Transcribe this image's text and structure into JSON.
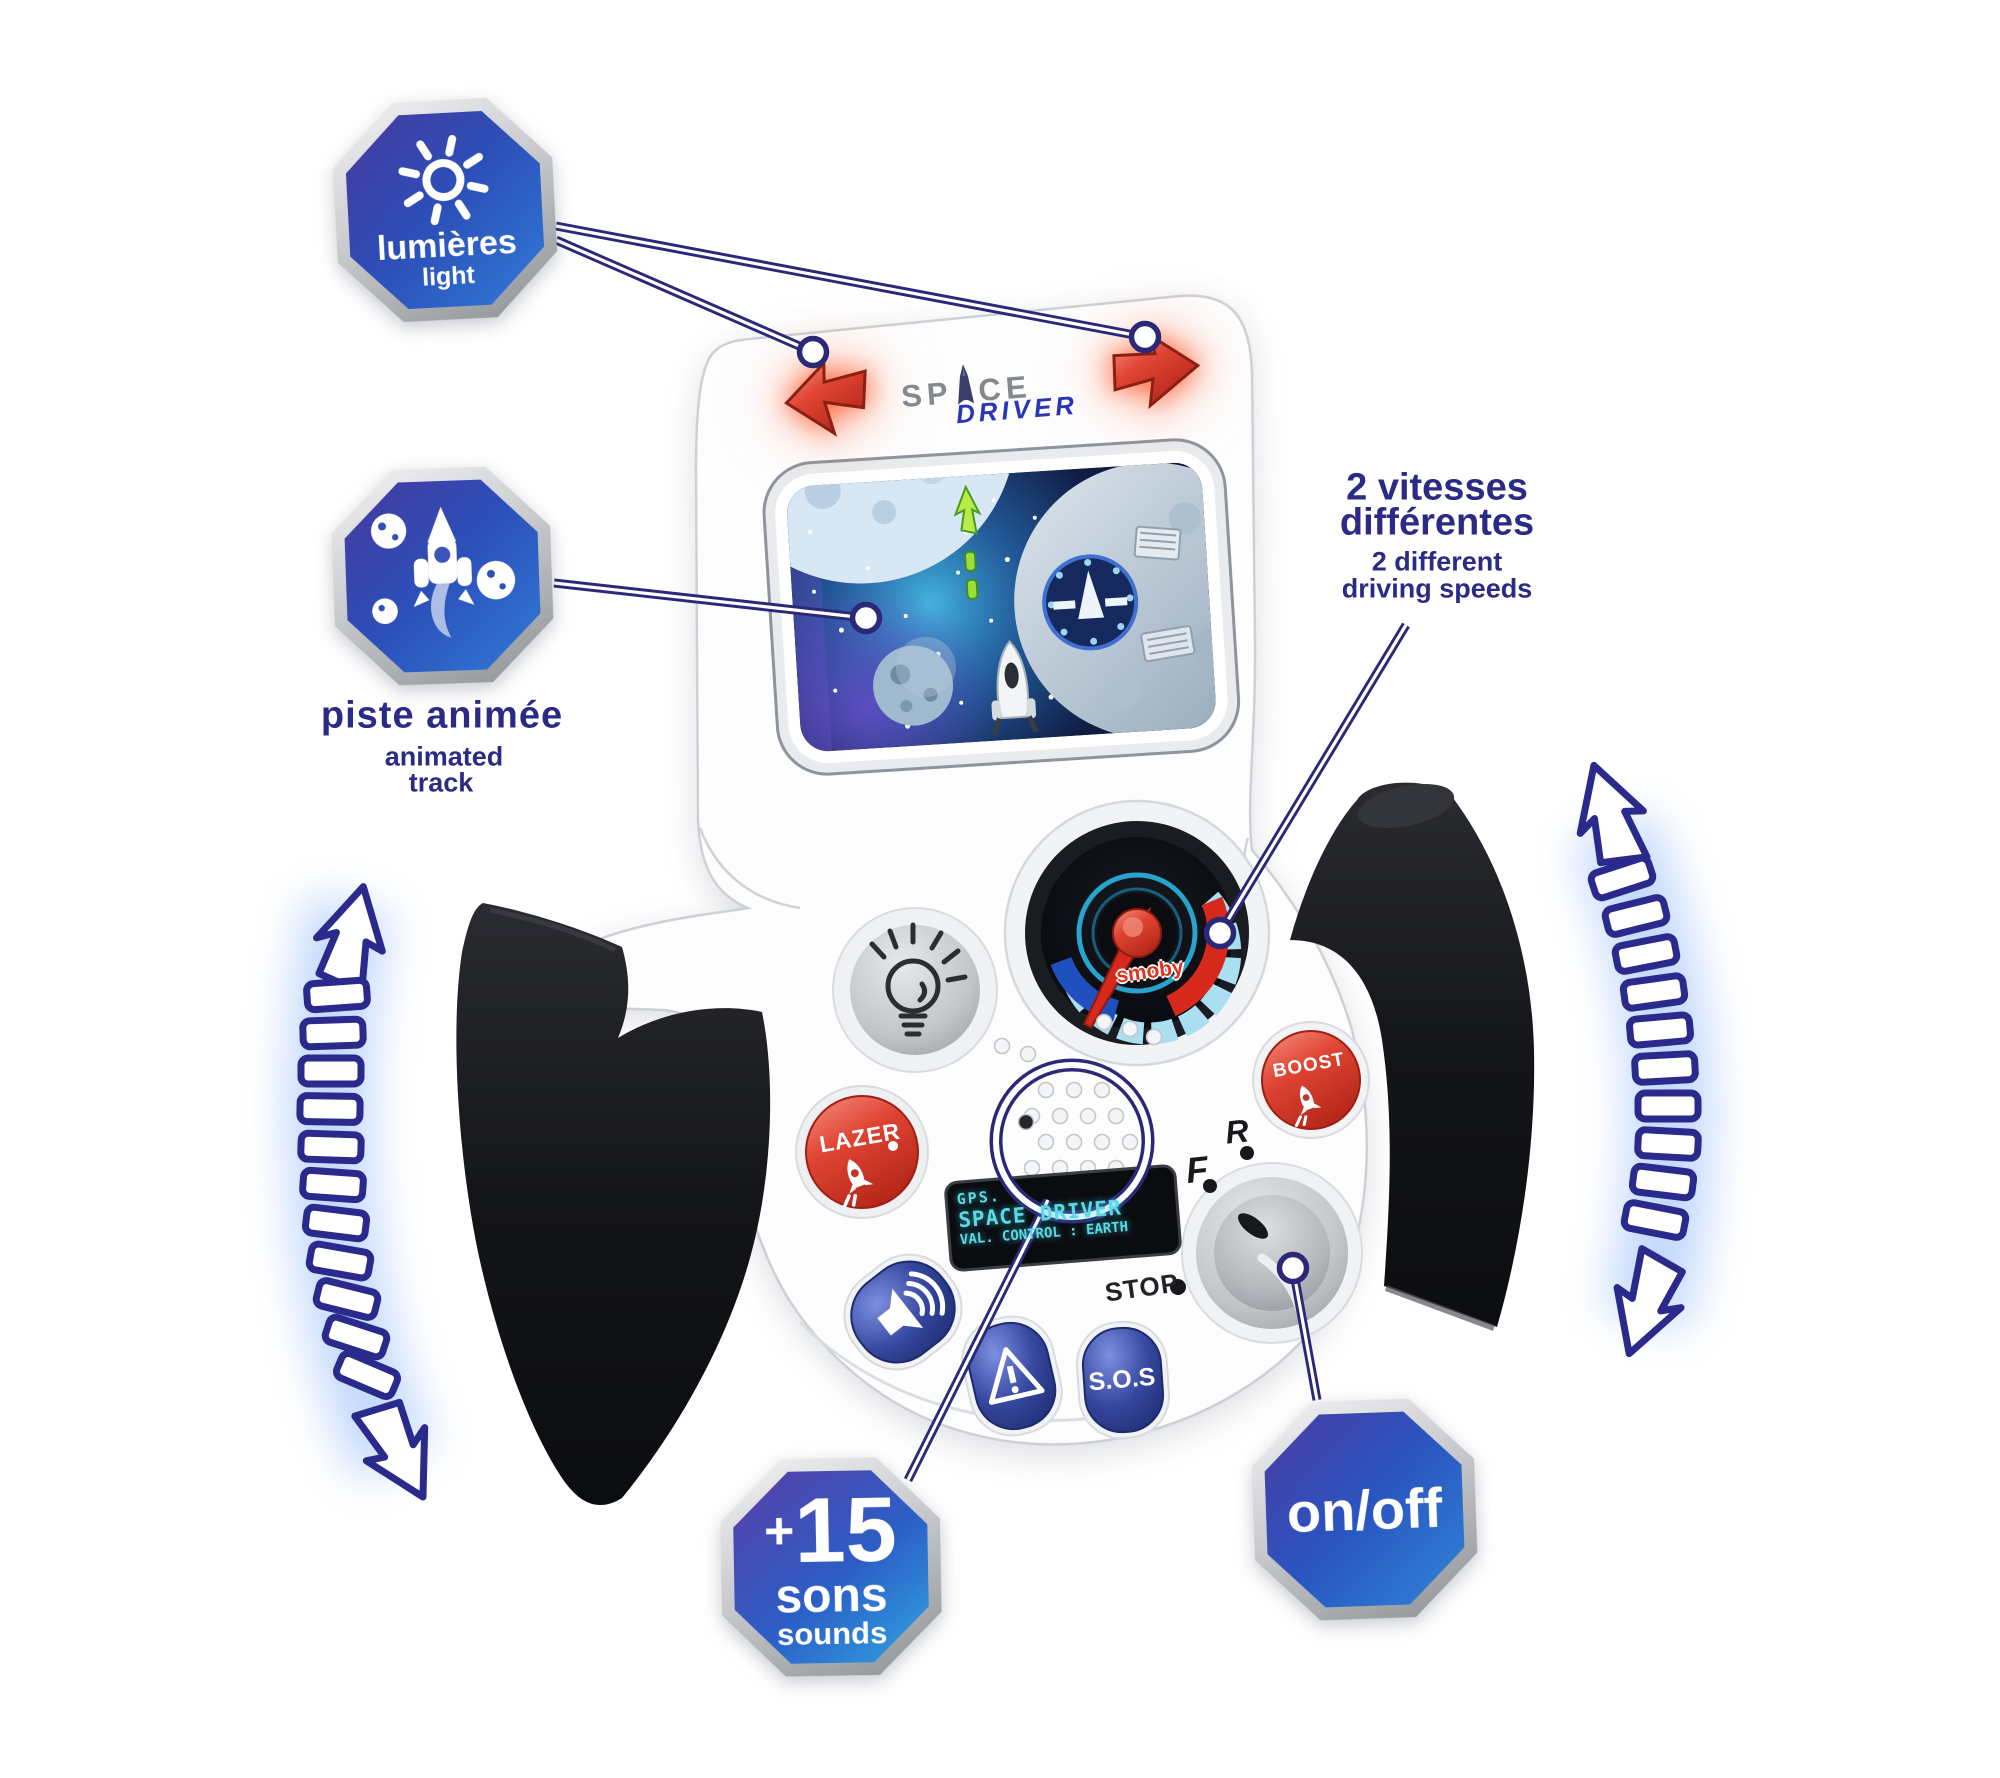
{
  "callouts": {
    "lights": {
      "fr": "lumières",
      "en": "light"
    },
    "track": {
      "fr": "piste animée",
      "en1": "animated",
      "en2": "track"
    },
    "speeds": {
      "fr1": "2 vitesses",
      "fr2": "différentes",
      "en1": "2 different",
      "en2": "driving speeds"
    },
    "sounds": {
      "plus_sign": "+",
      "number": "15",
      "fr": "sons",
      "en": "sounds"
    },
    "power": {
      "label": "on/off"
    }
  },
  "device": {
    "brand": "smoby",
    "logo": {
      "part1": "SP",
      "part2": "CE",
      "line2": "DRIVER"
    },
    "buttons": {
      "lazer": "LAZER",
      "boost": "BOOST",
      "sos": "S.O.S",
      "stop": "STOP",
      "forward": "F",
      "reverse": "R"
    },
    "display": {
      "line1": "GPS.",
      "line2": "SPACE DRIVER",
      "line3": "VAL. CONTROL : EARTH"
    }
  },
  "colors": {
    "callout_line": "#2a2877",
    "badge_blue_dark": "#46399f",
    "badge_blue_light": "#2f7bd8",
    "button_red": "#d93425",
    "button_blue": "#2f3f9e",
    "glow_blue": "#8ab4f8",
    "display_text": "#5fd8e2",
    "light_arrow_red": "#e23b28"
  }
}
